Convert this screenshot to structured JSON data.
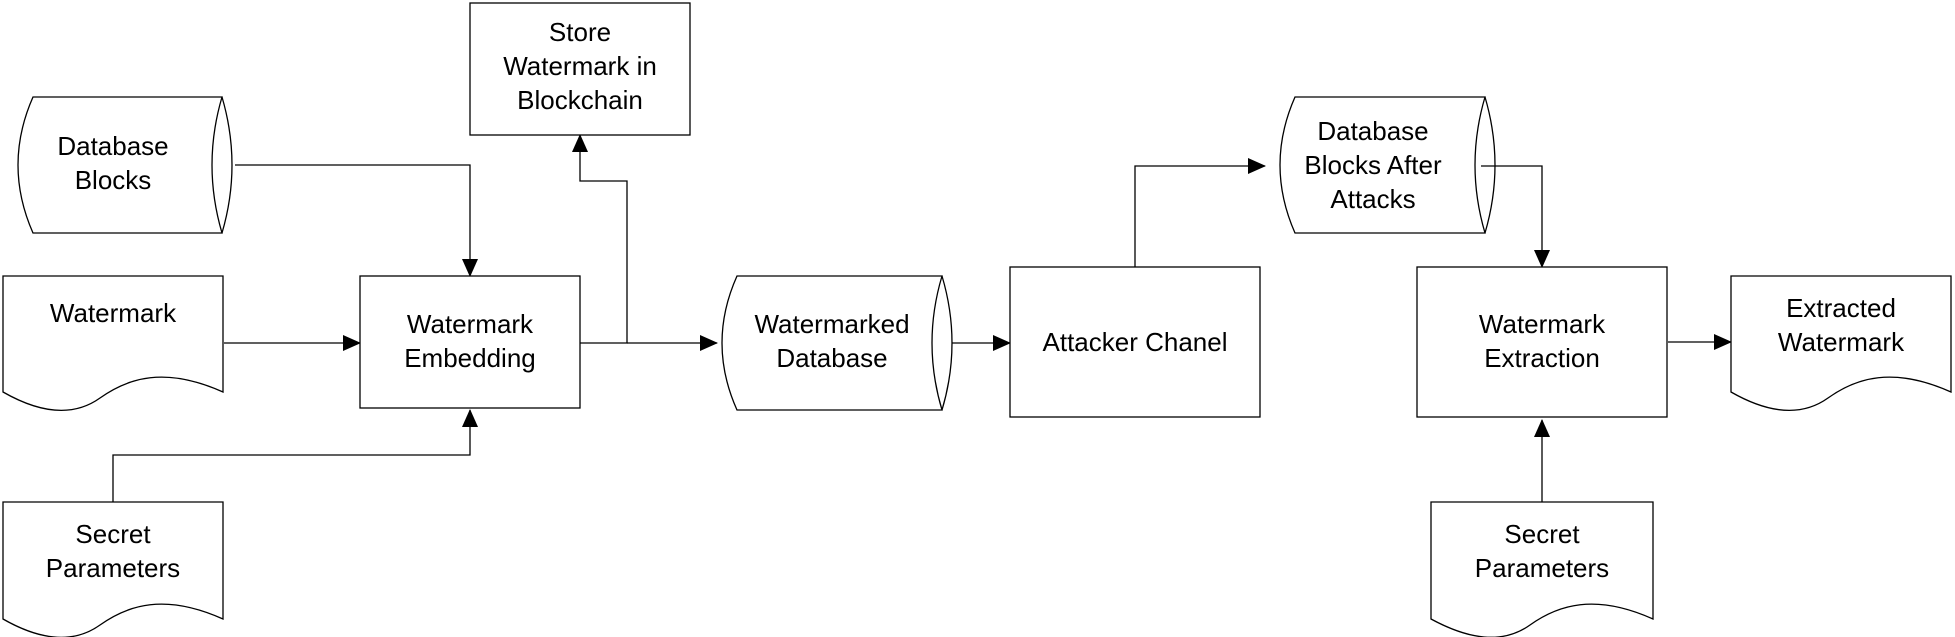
{
  "nodes": {
    "database_blocks": {
      "label": "Database\nBlocks",
      "shape": "stored-data"
    },
    "watermark": {
      "label": "Watermark",
      "shape": "document"
    },
    "secret_parameters_left": {
      "label": "Secret\nParameters",
      "shape": "document"
    },
    "watermark_embedding": {
      "label": "Watermark\nEmbedding",
      "shape": "process"
    },
    "store_watermark_blockchain": {
      "label": "Store\nWatermark in\nBlockchain",
      "shape": "process"
    },
    "watermarked_database": {
      "label": "Watermarked\nDatabase",
      "shape": "stored-data"
    },
    "attacker_chanel": {
      "label": "Attacker Chanel",
      "shape": "process"
    },
    "database_blocks_after_attacks": {
      "label": "Database\nBlocks After\nAttacks",
      "shape": "stored-data"
    },
    "watermark_extraction": {
      "label": "Watermark\nExtraction",
      "shape": "process"
    },
    "extracted_watermark": {
      "label": "Extracted\nWatermark",
      "shape": "document"
    },
    "secret_parameters_right": {
      "label": "Secret\nParameters",
      "shape": "document"
    }
  },
  "edges": [
    {
      "from": "database_blocks",
      "to": "watermark_embedding"
    },
    {
      "from": "watermark",
      "to": "watermark_embedding"
    },
    {
      "from": "secret_parameters_left",
      "to": "watermark_embedding"
    },
    {
      "from": "watermark_embedding",
      "to": "store_watermark_blockchain"
    },
    {
      "from": "watermark_embedding",
      "to": "watermarked_database"
    },
    {
      "from": "watermarked_database",
      "to": "attacker_chanel"
    },
    {
      "from": "attacker_chanel",
      "to": "database_blocks_after_attacks"
    },
    {
      "from": "database_blocks_after_attacks",
      "to": "watermark_extraction"
    },
    {
      "from": "secret_parameters_right",
      "to": "watermark_extraction"
    },
    {
      "from": "watermark_extraction",
      "to": "extracted_watermark"
    }
  ],
  "colors": {
    "stroke": "#000000",
    "fill": "#ffffff",
    "text": "#000000"
  }
}
